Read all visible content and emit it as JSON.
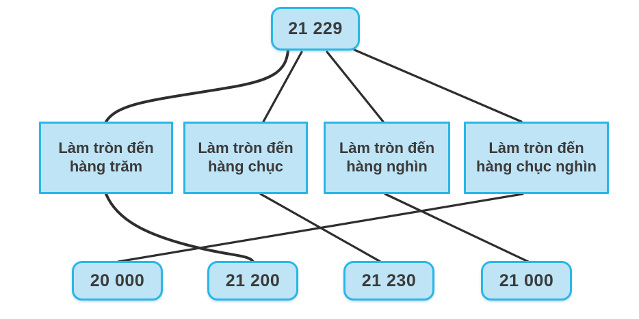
{
  "diagram": {
    "title_node": {
      "label": "21 229",
      "name": "node-number-21229"
    },
    "rule_nodes": [
      {
        "label": "Làm tròn đến\nhàng trăm",
        "name": "node-rule-hang-tram"
      },
      {
        "label": "Làm tròn đến\nhàng chục",
        "name": "node-rule-hang-chuc"
      },
      {
        "label": "Làm tròn đến\nhàng nghìn",
        "name": "node-rule-hang-nghin"
      },
      {
        "label": "Làm tròn đến\nhàng chục nghìn",
        "name": "node-rule-hang-chuc-nghin"
      }
    ],
    "result_nodes": [
      {
        "label": "20 000",
        "name": "node-result-20000"
      },
      {
        "label": "21 200",
        "name": "node-result-21200"
      },
      {
        "label": "21 230",
        "name": "node-result-21230"
      },
      {
        "label": "21 000",
        "name": "node-result-21000"
      }
    ],
    "colors": {
      "node_fill": "#bfe4f5",
      "node_border": "#29b6e8",
      "text": "#3b3b3b",
      "edge": "#2e2e2e",
      "background": "#ffffff"
    }
  }
}
